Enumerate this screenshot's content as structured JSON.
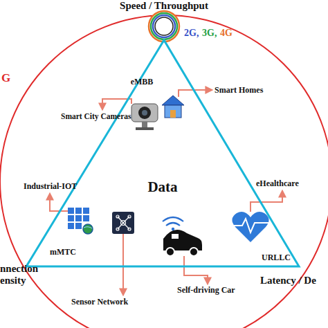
{
  "diagram": {
    "nodes": [
      {
        "text": [
          "Data"
        ]
      }
    ],
    "labels": [
      "Speed / Throughput",
      "2G,",
      "3G,",
      "4G",
      "G",
      "nnection ensity",
      "Latency / De",
      "eMBB",
      "Smart City Cameras",
      "Smart Homes",
      "Industrial-IOT",
      "eHealthcare",
      "mMTC",
      "URLLC",
      "Sensor Network",
      "Self-driving Car"
    ]
  }
}
